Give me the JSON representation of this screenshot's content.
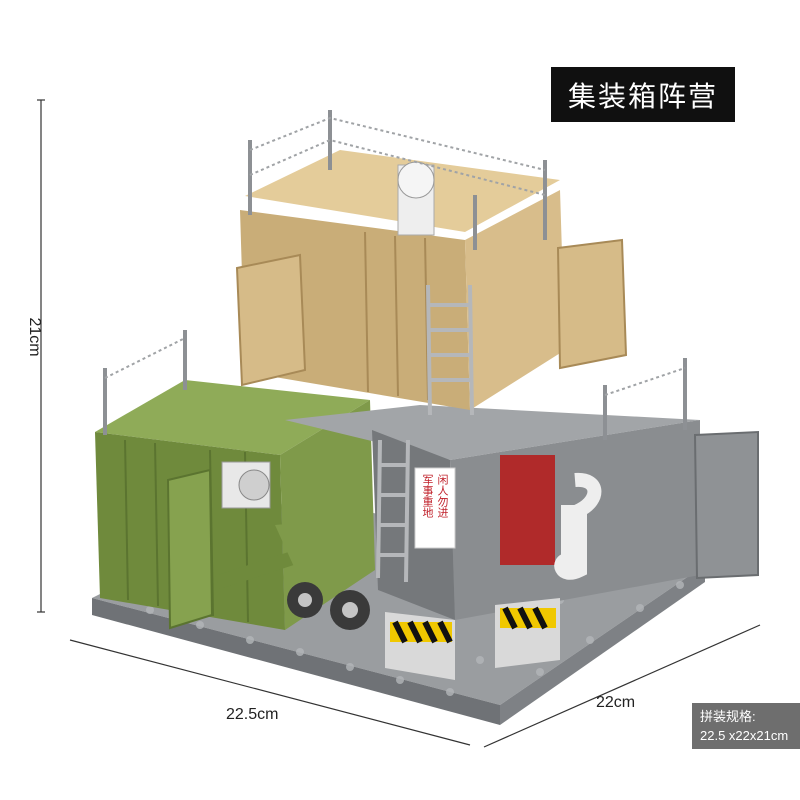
{
  "title": "集装箱阵营",
  "dimensions": {
    "height": "21cm",
    "width": "22.5cm",
    "depth": "22cm"
  },
  "spec": {
    "label": "拼装规格:",
    "value": "22.5 x22x21cm"
  },
  "sign": {
    "left": "军事重地",
    "right": "闲人勿进"
  },
  "colors": {
    "tan": "#d8bd8b",
    "green": "#7f9a4a",
    "gray": "#8a8d90",
    "dark_gray": "#6f7174",
    "base": "#909396"
  }
}
